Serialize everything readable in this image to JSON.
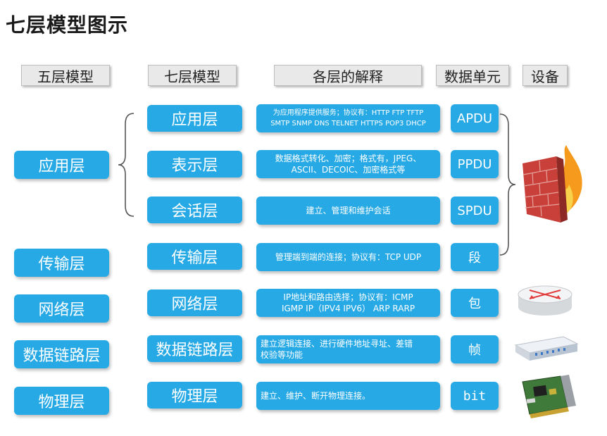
{
  "title": "七层模型图示",
  "headers": {
    "five": "五层模型",
    "seven": "七层模型",
    "desc": "各层的解释",
    "unit": "数据单元",
    "device": "设备"
  },
  "five_layers": [
    "应用层",
    "传输层",
    "网络层",
    "数据链路层",
    "物理层"
  ],
  "seven_layers": [
    {
      "name": "应用层",
      "desc_lines": [
        "为应用程序提供服务；协议有：HTTP FTP TFTP",
        "SMTP SNMP DNS TELNET HTTPS POP3 DHCP"
      ],
      "unit": "APDU"
    },
    {
      "name": "表示层",
      "desc_lines": [
        "数据格式转化、加密；格式有，JPEG、",
        "ASCII、DECOIC、加密格式等"
      ],
      "unit": "PPDU"
    },
    {
      "name": "会话层",
      "desc_lines": [
        "建立、管理和维护会话"
      ],
      "unit": "SPDU"
    },
    {
      "name": "传输层",
      "desc_lines": [
        "管理端到端的连接；协议有：TCP UDP"
      ],
      "unit": "段"
    },
    {
      "name": "网络层",
      "desc_lines": [
        "IP地址和路由选择；协议有：ICMP",
        "IGMP IP（IPV4 IPV6） ARP RARP"
      ],
      "unit": "包"
    },
    {
      "name": "数据链路层",
      "desc_lines": [
        "建立逻辑连接、进行硬件地址寻址、差错",
        "校验等功能"
      ],
      "unit": "帧"
    },
    {
      "name": "物理层",
      "desc_lines": [
        "建立、维护、断开物理连接。"
      ],
      "unit": "bit"
    }
  ],
  "devices": [
    "firewall-icon",
    "router-icon",
    "switch-icon",
    "network-card-icon"
  ],
  "colors": {
    "box": "#27a9e6",
    "header_bg": "#e9e9e9"
  }
}
